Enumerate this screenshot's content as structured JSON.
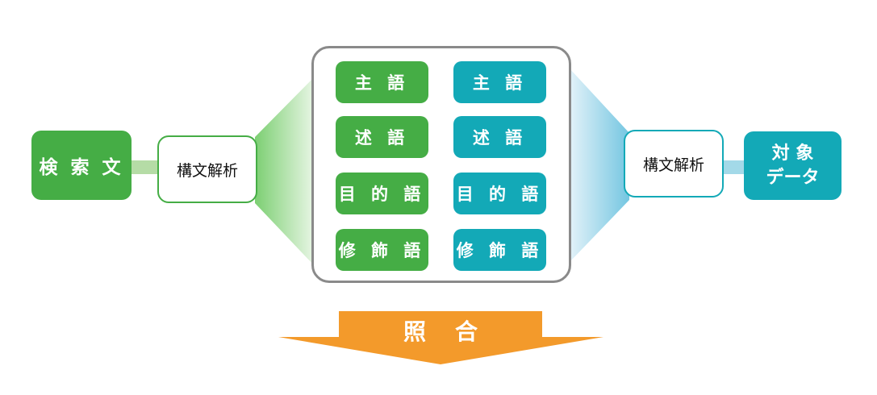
{
  "colors": {
    "green": "#45ad45",
    "teal": "#13a9b7",
    "orange": "#f39a2b",
    "panel_border": "#8a8a8a",
    "green_connector": "#b5dca6",
    "teal_connector": "#a3d9e8"
  },
  "left": {
    "source_label": "検 索 文",
    "parser_label": "構文解析"
  },
  "right": {
    "parser_label": "構文解析",
    "target_line1": "対 象",
    "target_line2": "データ"
  },
  "panel": {
    "green_column": [
      "主 語",
      "述 語",
      "目 的 語",
      "修 飾 語"
    ],
    "teal_column": [
      "主 語",
      "述 語",
      "目 的 語",
      "修 飾 語"
    ]
  },
  "arrow": {
    "label": "照合"
  }
}
